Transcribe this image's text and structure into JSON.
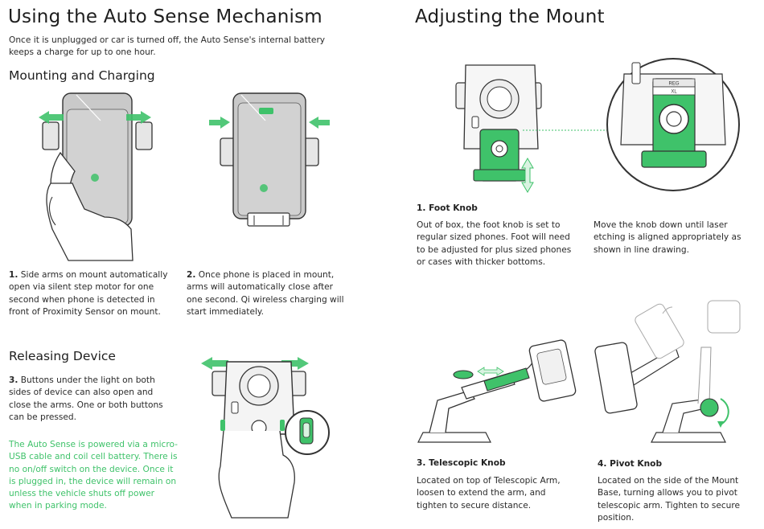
{
  "left": {
    "title": "Using the Auto Sense Mechanism",
    "intro": "Once it is unplugged or car is turned off, the Auto Sense's internal battery keeps a charge for up to one hour.",
    "mounting_heading": "Mounting and Charging",
    "step1_num": "1.",
    "step1_text": "Side arms on mount automatically open via silent step motor for one second when phone is detected in front of Proximity Sensor on mount.",
    "step2_num": "2.",
    "step2_text": "Once phone is placed in mount, arms will automatically close after one second. Qi wireless charging will start immediately.",
    "releasing_heading": "Releasing Device",
    "step3_num": "3.",
    "step3_text": "Buttons under the light on both sides of device can also open and close the arms. One or both buttons can be pressed.",
    "power_note": "The Auto Sense is powered via a micro-USB cable and coil cell battery. There is no on/off switch on the device. Once it is plugged in, the device will remain on unless the vehicle shuts off power when in parking mode."
  },
  "right": {
    "title": "Adjusting the Mount",
    "foot_knob_title": "1. Foot Knob",
    "foot_knob_text": "Out of box, the foot knob is set to regular sized phones. Foot will need to be adjusted for plus sized phones or cases with thicker bottoms.",
    "foot_knob_text2": "Move the knob down until laser etching is aligned appropriately as shown in line drawing.",
    "zoom_label_reg": "REG",
    "zoom_label_xl": "XL",
    "telescopic_title": "3. Telescopic Knob",
    "telescopic_text": "Located on top of Telescopic Arm, loosen to extend the arm, and tighten to secure distance.",
    "pivot_title": "4. Pivot Knob",
    "pivot_text": "Located on the side of the Mount Base, turning allows you to pivot telescopic arm. Tighten to secure position."
  },
  "colors": {
    "accent_green": "#3fc26a",
    "outline": "#333333",
    "device_fill": "#c9c9c9"
  }
}
